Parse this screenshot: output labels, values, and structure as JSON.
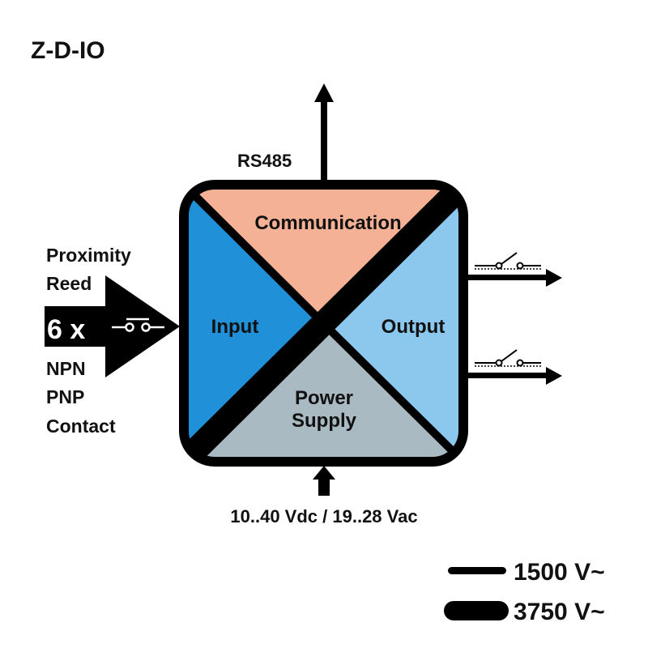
{
  "title": "Z-D-IO",
  "sections": {
    "communication": "Communication",
    "input": "Input",
    "output": "Output",
    "power_line1": "Power",
    "power_line2": "Supply"
  },
  "communication_port": "RS485",
  "inputs": {
    "types_top": [
      "Proximity",
      "Reed"
    ],
    "count": "6 x",
    "types_bottom": [
      "NPN",
      "PNP",
      "Contact"
    ]
  },
  "power_input": "10..40 Vdc / 19..28 Vac",
  "isolation_legend": [
    {
      "label": "1500 V~",
      "line": "thin"
    },
    {
      "label": "3750 V~",
      "line": "thick"
    }
  ],
  "colors": {
    "communication": "#F4B196",
    "input": "#2090D8",
    "output": "#8CC8EE",
    "power": "#A9BAC2",
    "outline": "#000000"
  },
  "icons": [
    "contact-switch-icon",
    "relay-output-icon"
  ]
}
